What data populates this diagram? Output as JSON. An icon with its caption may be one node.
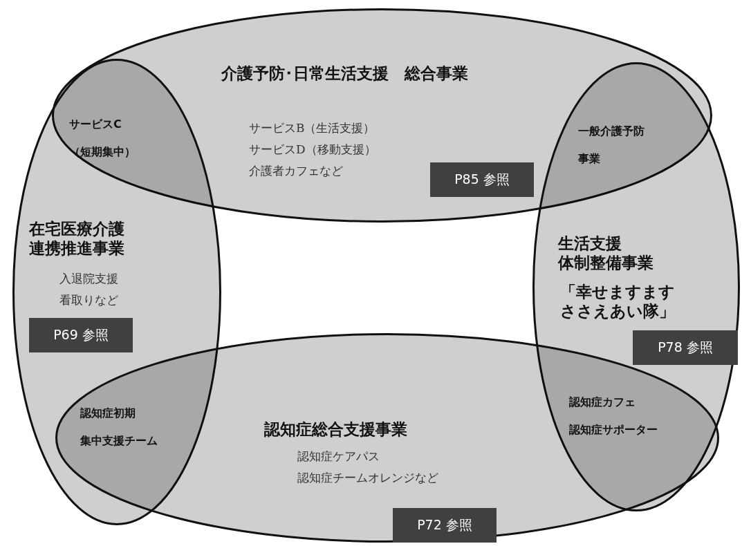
{
  "diagram": {
    "nodes": [
      {
        "text": [
          "介護予防･日常生活支援　総合事業",
          "サービスB（生活支援）サービスD（移動支援）介護者カフェなど"
        ]
      },
      {
        "text": [
          "サービスC（短期集中）"
        ]
      },
      {
        "text": [
          "一般介護予防事業"
        ]
      },
      {
        "text": [
          "P85 参照"
        ],
        "in": 0
      },
      {
        "text": [
          "在宅医療介護連携推進事業",
          "入退院支援看取りなど"
        ]
      },
      {
        "text": [
          "P69 参照"
        ],
        "in": 4
      },
      {
        "text": [
          "生活支援体制整備事業",
          "「幸せますますささえあい隊」"
        ]
      },
      {
        "text": [
          "P78 参照"
        ],
        "in": 6
      },
      {
        "text": [
          "認知症総合支援事業",
          "認知症ケアパス認知症チームオレンジなど"
        ]
      },
      {
        "text": [
          "認知症初期集中支援チーム"
        ]
      },
      {
        "text": [
          "認知症カフェ認知症サポーター"
        ]
      },
      {
        "text": [
          "P72 参照"
        ],
        "in": 8
      }
    ],
    "edges": []
  }
}
